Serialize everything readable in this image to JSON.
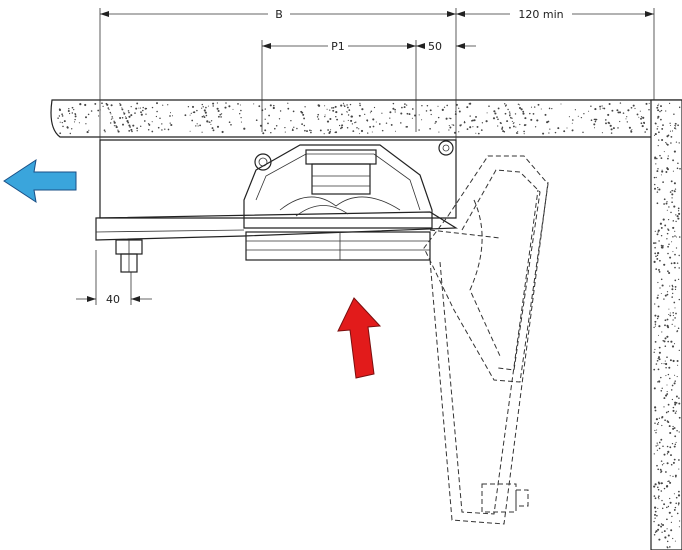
{
  "dimensions": {
    "width_label": "B",
    "clearance_label": "120 min",
    "pitch_label": "P1",
    "offset_label": "50",
    "bracket_label": "40"
  },
  "airflow": {
    "outlet_color": "#3aa5dc",
    "inlet_color": "#e21b1b"
  }
}
